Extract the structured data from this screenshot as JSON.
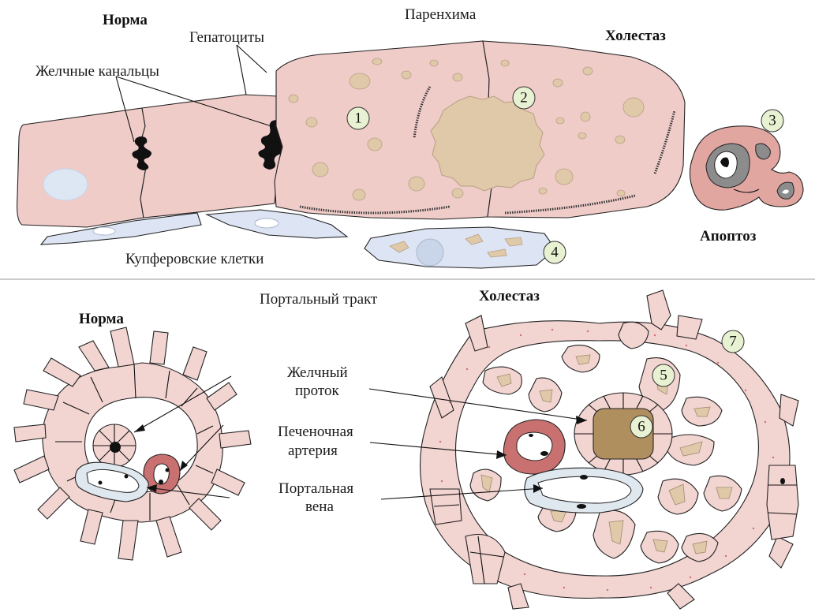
{
  "top": {
    "norma": "Норма",
    "parenchyma": "Паренхима",
    "cholestasis": "Холестаз",
    "hepatocytes": "Гепатоциты",
    "bile_canaliculi": "Желчные канальцы",
    "kupffer_cells": "Купферовские клетки",
    "apoptosis": "Апоптоз"
  },
  "bottom": {
    "portal_tract": "Портальный тракт",
    "norma": "Норма",
    "cholestasis": "Холестаз",
    "bile_duct_1": "Желчный",
    "bile_duct_2": "проток",
    "hepatic_artery_1": "Печеночная",
    "hepatic_artery_2": "артерия",
    "portal_vein_1": "Портальная",
    "portal_vein_2": "вена"
  },
  "markers": [
    "1",
    "2",
    "3",
    "4",
    "5",
    "6",
    "7"
  ],
  "colors": {
    "hepatocyte": "#f0ccc9",
    "bile_plug": "#e0c9a9",
    "kupffer": "#dde4f3",
    "artery": "#c97070",
    "duct_lumen": "#b08f5f",
    "marker": "#e8f2d2"
  }
}
